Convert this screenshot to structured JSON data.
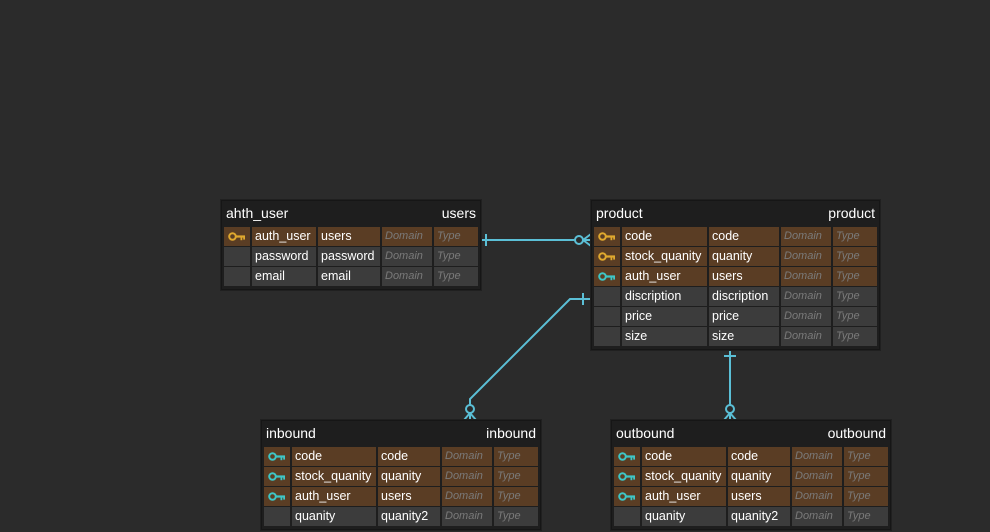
{
  "colors": {
    "background": "#2b2b2b",
    "entity_bg": "#1e1e1e",
    "key_row_bg": "#5a3d24",
    "plain_row_bg": "#3c3c3c",
    "primary_key_icon": "#e0a82e",
    "foreign_key_icon": "#3ec6c6",
    "relationship_line": "#5bbfd6"
  },
  "entities": {
    "ahth_user": {
      "name": "ahth_user",
      "table": "users",
      "columns": [
        {
          "key": "primary-key-icon",
          "name": "auth_user",
          "field": "users",
          "domain": "Domain",
          "type": "Type"
        },
        {
          "key": "",
          "name": "password",
          "field": "password",
          "domain": "Domain",
          "type": "Type"
        },
        {
          "key": "",
          "name": "email",
          "field": "email",
          "domain": "Domain",
          "type": "Type"
        }
      ]
    },
    "product": {
      "name": "product",
      "table": "product",
      "columns": [
        {
          "key": "primary-key-icon",
          "name": "code",
          "field": "code",
          "domain": "Domain",
          "type": "Type"
        },
        {
          "key": "primary-key-icon",
          "name": "stock_quanity",
          "field": "quanity",
          "domain": "Domain",
          "type": "Type"
        },
        {
          "key": "foreign-key-icon",
          "name": "auth_user",
          "field": "users",
          "domain": "Domain",
          "type": "Type"
        },
        {
          "key": "",
          "name": "discription",
          "field": "discription",
          "domain": "Domain",
          "type": "Type"
        },
        {
          "key": "",
          "name": "price",
          "field": "price",
          "domain": "Domain",
          "type": "Type"
        },
        {
          "key": "",
          "name": "size",
          "field": "size",
          "domain": "Domain",
          "type": "Type"
        }
      ]
    },
    "inbound": {
      "name": "inbound",
      "table": "inbound",
      "columns": [
        {
          "key": "foreign-key-icon",
          "name": "code",
          "field": "code",
          "domain": "Domain",
          "type": "Type"
        },
        {
          "key": "foreign-key-icon",
          "name": "stock_quanity",
          "field": "quanity",
          "domain": "Domain",
          "type": "Type"
        },
        {
          "key": "foreign-key-icon",
          "name": "auth_user",
          "field": "users",
          "domain": "Domain",
          "type": "Type"
        },
        {
          "key": "",
          "name": "quanity",
          "field": "quanity2",
          "domain": "Domain",
          "type": "Type"
        }
      ]
    },
    "outbound": {
      "name": "outbound",
      "table": "outbound",
      "columns": [
        {
          "key": "foreign-key-icon",
          "name": "code",
          "field": "code",
          "domain": "Domain",
          "type": "Type"
        },
        {
          "key": "foreign-key-icon",
          "name": "stock_quanity",
          "field": "quanity",
          "domain": "Domain",
          "type": "Type"
        },
        {
          "key": "foreign-key-icon",
          "name": "auth_user",
          "field": "users",
          "domain": "Domain",
          "type": "Type"
        },
        {
          "key": "",
          "name": "quanity",
          "field": "quanity2",
          "domain": "Domain",
          "type": "Type"
        }
      ]
    }
  },
  "relationships": [
    {
      "from": "ahth_user",
      "to": "product",
      "from_end": "one",
      "to_end": "zero-or-many"
    },
    {
      "from": "product",
      "to": "inbound",
      "from_end": "one",
      "to_end": "zero-or-many"
    },
    {
      "from": "product",
      "to": "outbound",
      "from_end": "one",
      "to_end": "zero-or-many"
    }
  ]
}
